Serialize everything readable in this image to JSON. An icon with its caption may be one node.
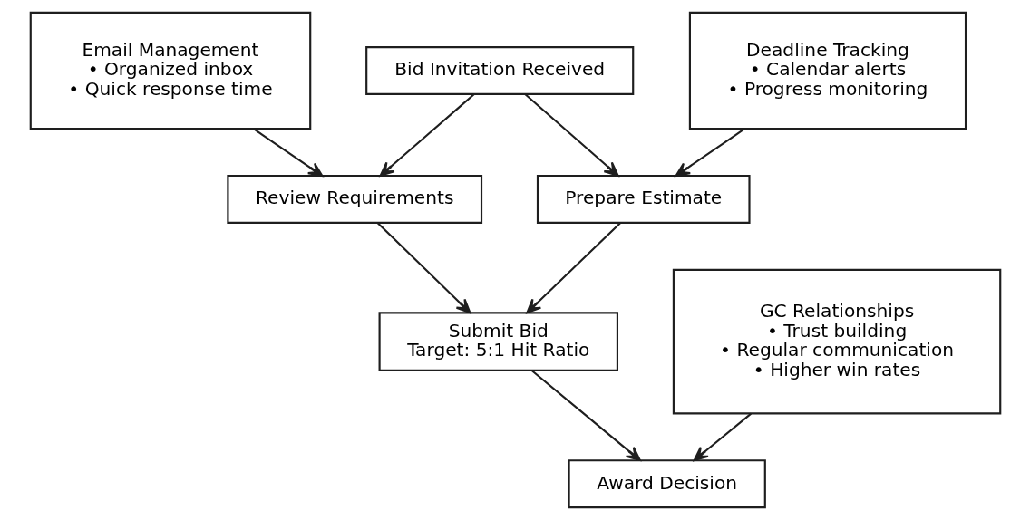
{
  "diagram": {
    "nodes": [
      {
        "text": [
          "Bid Invitation Received"
        ]
      },
      {
        "text": [
          "Email Management",
          "• Organized inbox",
          "• Quick response time"
        ]
      },
      {
        "text": [
          "Deadline Tracking",
          "• Calendar alerts",
          "• Progress monitoring"
        ]
      },
      {
        "text": [
          "Review Requirements"
        ]
      },
      {
        "text": [
          "Prepare Estimate"
        ]
      },
      {
        "text": [
          "Submit Bid",
          "Target: 5:1 Hit Ratio"
        ]
      },
      {
        "text": [
          "GC Relationships",
          "• Trust building",
          "• Regular communication",
          "• Higher win rates"
        ]
      },
      {
        "text": [
          "Award Decision"
        ]
      }
    ],
    "edges": [
      {
        "from": 0,
        "to": 3,
        "arrow": "to"
      },
      {
        "from": 1,
        "to": 3,
        "arrow": "to"
      },
      {
        "from": 0,
        "to": 4,
        "arrow": "to"
      },
      {
        "from": 2,
        "to": 4,
        "arrow": "to"
      },
      {
        "from": 3,
        "to": 5,
        "arrow": "to"
      },
      {
        "from": 4,
        "to": 5,
        "arrow": "to"
      },
      {
        "from": 5,
        "to": 7,
        "arrow": "to"
      },
      {
        "from": 6,
        "to": 7,
        "arrow": "to"
      }
    ]
  }
}
